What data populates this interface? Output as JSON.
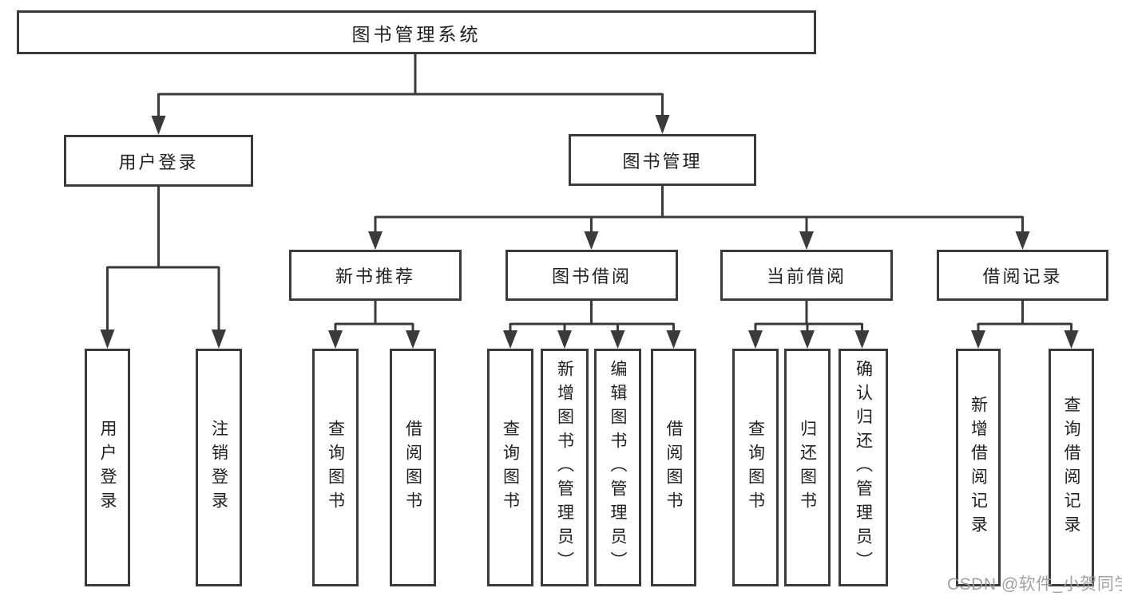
{
  "page": {
    "watermark": "CSDN @软件_小贺同学",
    "background": "#ffffff"
  },
  "colors": {
    "line": "#3a3a3a",
    "box_border": "#3a3a3a",
    "box_fill": "#ffffff",
    "text": "#212121",
    "watermark": "#9c9c9c"
  },
  "diagram": {
    "type": "hierarchy-tree",
    "root": {
      "label": "图书管理系统"
    },
    "branches": [
      {
        "label": "用户登录",
        "children": [
          {
            "label": "用户登录"
          },
          {
            "label": "注销登录"
          }
        ]
      },
      {
        "label": "图书管理",
        "children": [
          {
            "label": "新书推荐",
            "children": [
              {
                "label": "查询图书"
              },
              {
                "label": "借阅图书"
              }
            ]
          },
          {
            "label": "图书借阅",
            "children": [
              {
                "label": "查询图书"
              },
              {
                "label": "新增图书（管理员）"
              },
              {
                "label": "编辑图书（管理员）"
              },
              {
                "label": "借阅图书"
              }
            ]
          },
          {
            "label": "当前借阅",
            "children": [
              {
                "label": "查询图书"
              },
              {
                "label": "归还图书"
              },
              {
                "label": "确认归还（管理员）"
              }
            ]
          },
          {
            "label": "借阅记录",
            "children": [
              {
                "label": "新增借阅记录"
              },
              {
                "label": "查询借阅记录"
              }
            ]
          }
        ]
      }
    ]
  }
}
